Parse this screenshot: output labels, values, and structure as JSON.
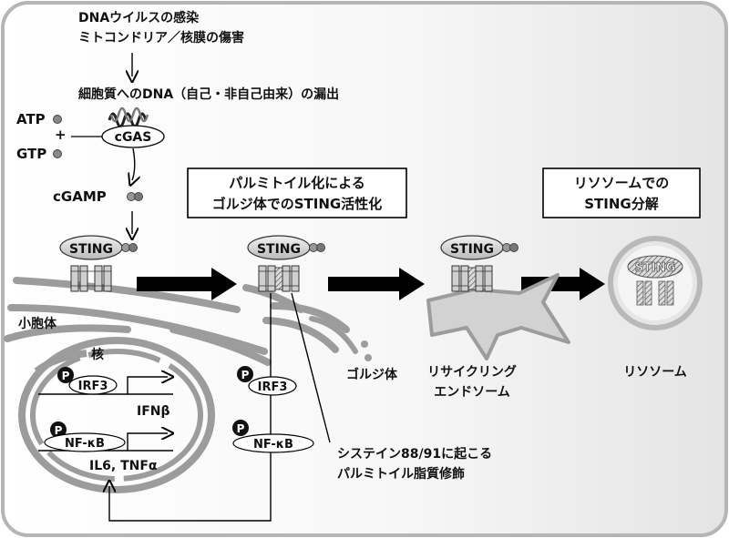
{
  "infection": {
    "line1": "DNAウイルスの感染",
    "line2": "ミトコンドリア／核膜の傷害"
  },
  "leak": "細胞質へのDNA（自己・非自己由来）の漏出",
  "atp": "ATP",
  "gtp": "GTP",
  "plus": "+",
  "cgas": "cGAS",
  "cgamp": "cGAMP",
  "sting": "STING",
  "er_label": "小胞体",
  "nucleus_label": "核",
  "p_mark": "P",
  "irf3": "IRF3",
  "ifnb": "IFNβ",
  "nfkb": "NF-κB",
  "il6": "IL6, TNFα",
  "golgi_box": {
    "line1": "パルミトイル化による",
    "line2": "ゴルジ体でのSTING活性化"
  },
  "lyso_box": {
    "line1": "リソソームでの",
    "line2": "STING分解"
  },
  "golgi_label": "ゴルジ体",
  "recycling_label": {
    "line1": "リサイクリング",
    "line2": "エンドソーム"
  },
  "lysosome_label": "リソソーム",
  "cys_note": {
    "line1": "システイン88/91に起こる",
    "line2": "パルミトイル脂質修飾"
  },
  "colors": {
    "panel_gradient_start": "#ffffff",
    "panel_gradient_end": "#e6e6e6",
    "panel_border": "#b5b5b5",
    "membrane": "#9c9c9c",
    "arrow": "#000000"
  }
}
